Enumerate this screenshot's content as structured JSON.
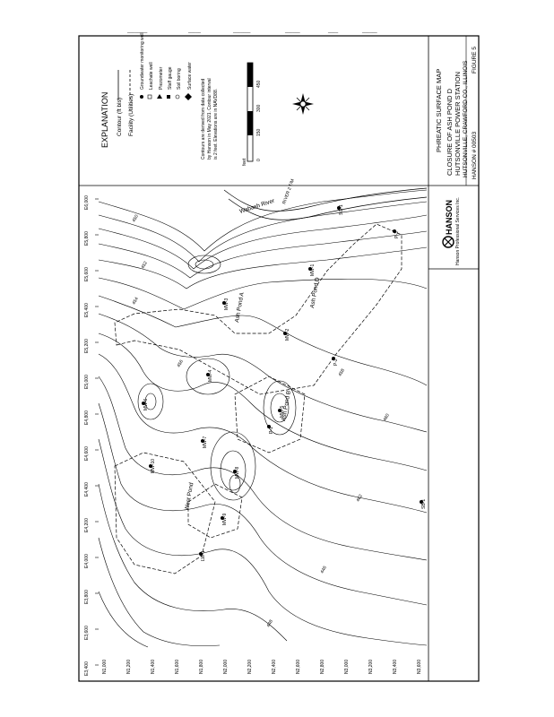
{
  "legend": {
    "heading": "EXPLANATION",
    "contour_label": "Contour (ft bls)",
    "facility_line_label": "Facility (Utilities)",
    "symbols": [
      "Groundwater monitoring well",
      "Leachate well",
      "Piezometer",
      "Staff gauge",
      "Soil boring",
      "Surface water"
    ],
    "note_lines": [
      "Contours are derived from data collected",
      "by Hanson in May 2021. Contour interval",
      "is 2 feet. Elevations are in NAVD88."
    ],
    "scale_units": "feet",
    "scale_ticks": [
      "0",
      "150",
      "300",
      "450"
    ]
  },
  "title_block": {
    "map_title": "PHREATIC SURFACE MAP",
    "project_lines": [
      "CLOSURE OF ASH POND D",
      "HUTSONVILLE POWER STATION",
      "HUTSONVILLE, CRAWFORD CO., ILLINOIS"
    ],
    "company": "HANSON",
    "company_sub": "Hanson Professional Services Inc.",
    "project_number": "HANSON # 00503",
    "figure": "FIGURE 5"
  },
  "map": {
    "river_label": "Wabash River",
    "river_gauge": "RIVER 2 T/M",
    "pond_labels": [
      "Ash Pond D",
      "Ash Pond B",
      "Ash Pond A",
      "West Pond"
    ],
    "well_labels": [
      "MW-1",
      "MW-2",
      "MW-3",
      "MW-4",
      "MW-5",
      "MW-6",
      "MW-7",
      "MW-8",
      "MW-9",
      "MW-10",
      "P-1",
      "P-2",
      "P-3",
      "LW-1",
      "SG-1",
      "SB-1"
    ],
    "contour_labels": [
      "450",
      "452",
      "454",
      "456",
      "458",
      "460",
      "462",
      "446",
      "448"
    ],
    "easting_ticks": [
      "E3,400",
      "E3,600",
      "E3,800",
      "E4,000",
      "E4,200",
      "E4,400",
      "E4,600",
      "E4,800",
      "E5,000",
      "E5,200",
      "E5,400",
      "E5,600",
      "E5,800",
      "E6,000"
    ],
    "northing_ticks": [
      "N1,000",
      "N1,200",
      "N1,400",
      "N1,600",
      "N1,800",
      "N2,000",
      "N2,200",
      "N2,400",
      "N2,600",
      "N2,800",
      "N3,000",
      "N3,200",
      "N3,400",
      "N3,600"
    ]
  },
  "header_marks": [
    "________",
    "_____",
    "_______",
    "______",
    "____",
    "______"
  ]
}
